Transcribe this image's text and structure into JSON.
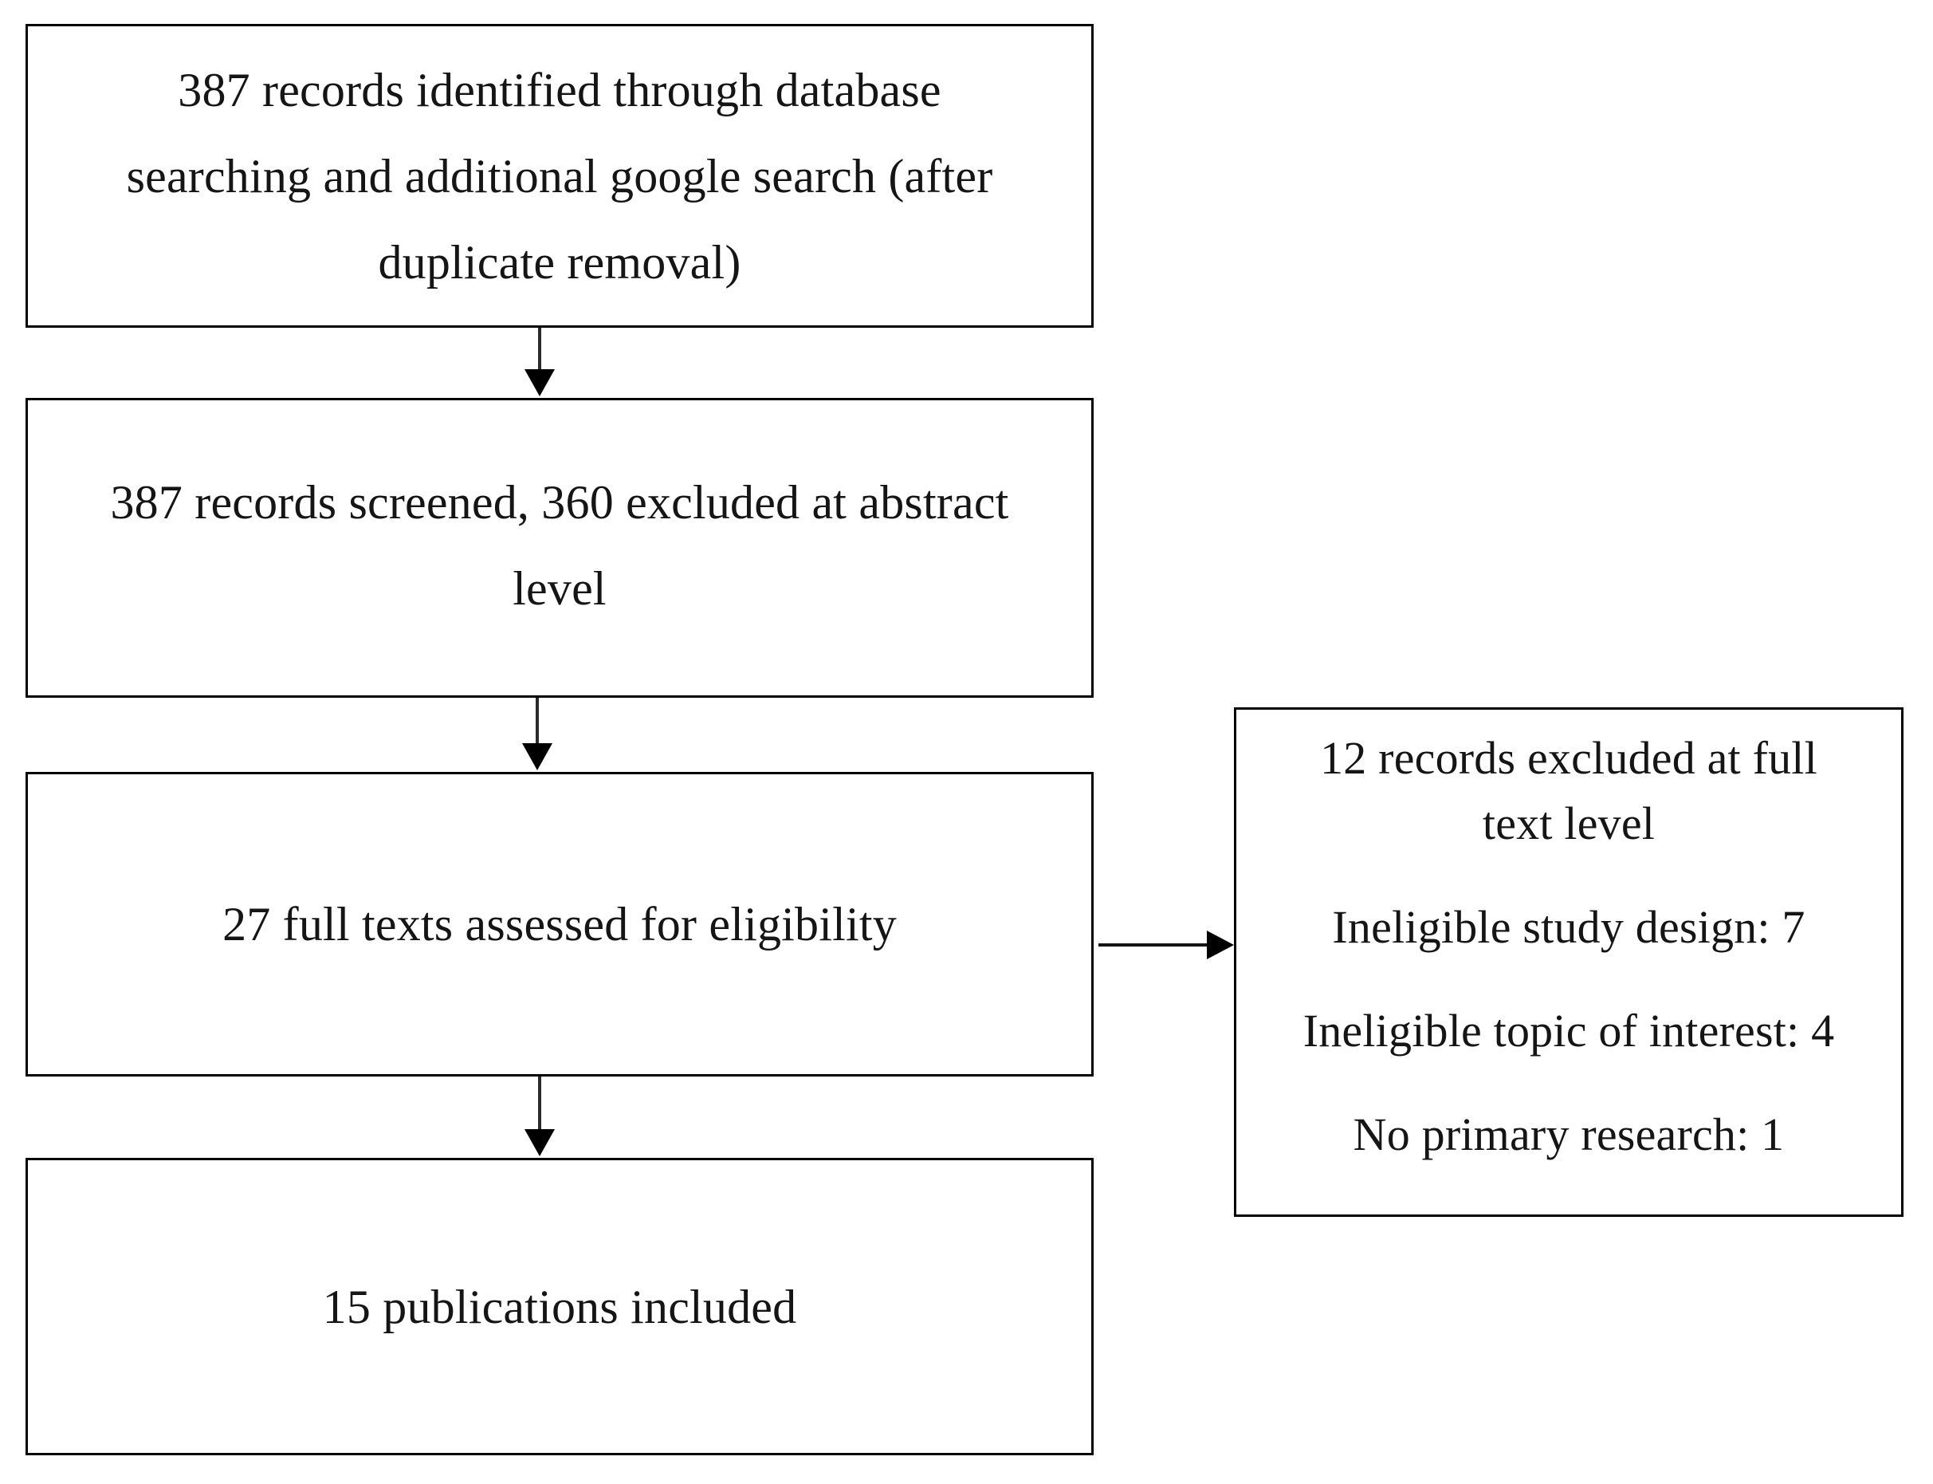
{
  "diagram": {
    "type": "prisma-flow-diagram",
    "orientation": "vertical",
    "boxes": [
      {
        "id": "identification",
        "lines": [
          "387 records identified through database",
          "searching and additional google search (after",
          "duplicate removal)"
        ]
      },
      {
        "id": "screening",
        "lines": [
          "387 records screened, 360 excluded at abstract",
          "level"
        ]
      },
      {
        "id": "eligibility",
        "lines": [
          "27 full texts assessed for eligibility"
        ]
      },
      {
        "id": "included",
        "lines": [
          "15 publications included"
        ]
      },
      {
        "id": "exclusions",
        "lines": [
          "12 records excluded at full",
          "text level",
          "Ineligible study design: 7",
          "Ineligible topic of interest: 4",
          "No primary research: 1"
        ]
      }
    ],
    "connectors": [
      {
        "id": "identification-to-screening",
        "direction": "down"
      },
      {
        "id": "screening-to-eligibility",
        "direction": "down"
      },
      {
        "id": "eligibility-to-included",
        "direction": "down"
      },
      {
        "id": "eligibility-to-exclusions",
        "direction": "right"
      }
    ],
    "colors": {
      "border": "#000000",
      "text": "#151515",
      "background": "#ffffff",
      "connector": "#2b2b2b"
    }
  }
}
